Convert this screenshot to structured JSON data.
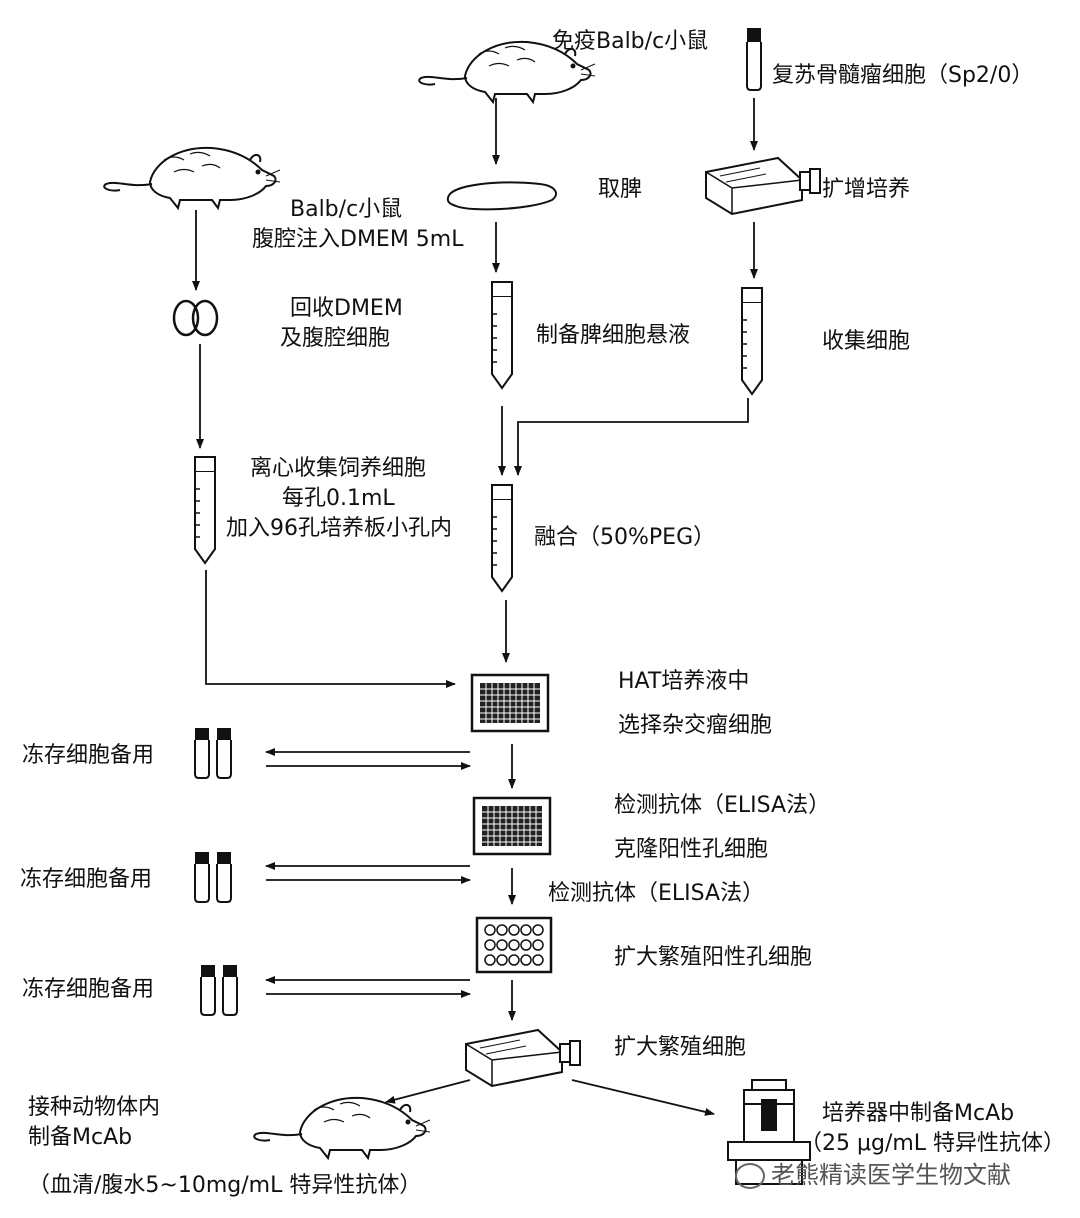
{
  "labels": {
    "immunize_mouse": "免疫Balb/c小鼠",
    "revive_myeloma": "复苏骨髓瘤细胞（Sp2/0）",
    "take_spleen": "取脾",
    "expand_culture": "扩增培养",
    "balb_mouse": "Balb/c小鼠",
    "peritoneal_inject": "腹腔注入DMEM 5mL",
    "recover_dmem": "回收DMEM",
    "peritoneal_cells": "及腹腔细胞",
    "spleen_suspension": "制备脾细胞悬液",
    "collect_cells": "收集细胞",
    "centrifuge_feeder": "离心收集饲养细胞",
    "per_well": "每孔0.1mL",
    "add_96_plate": "加入96孔培养板小孔内",
    "fusion": "融合（50%PEG）",
    "hat_medium": "HAT培养液中",
    "select_hybridoma": "选择杂交瘤细胞",
    "freeze_1": "冻存细胞备用",
    "detect_antibody_1": "检测抗体（ELISA法）",
    "clone_positive": "克隆阳性孔细胞",
    "freeze_2": "冻存细胞备用",
    "detect_antibody_2": "检测抗体（ELISA法）",
    "expand_positive": "扩大繁殖阳性孔细胞",
    "freeze_3": "冻存细胞备用",
    "expand_cells": "扩大繁殖细胞",
    "inoculate_animal": "接种动物体内",
    "prepare_mcab_animal": "制备McAb",
    "serum_ascites": "（血清/腹水5~10mg/mL 特异性抗体）",
    "bioreactor_mcab": "培养器中制备McAb",
    "bioreactor_conc": "（25 μg/mL 特异性抗体）"
  },
  "watermark": "老熊精读医学生物文献",
  "colors": {
    "line": "#111111",
    "background": "#ffffff",
    "watermark": "#555555"
  }
}
